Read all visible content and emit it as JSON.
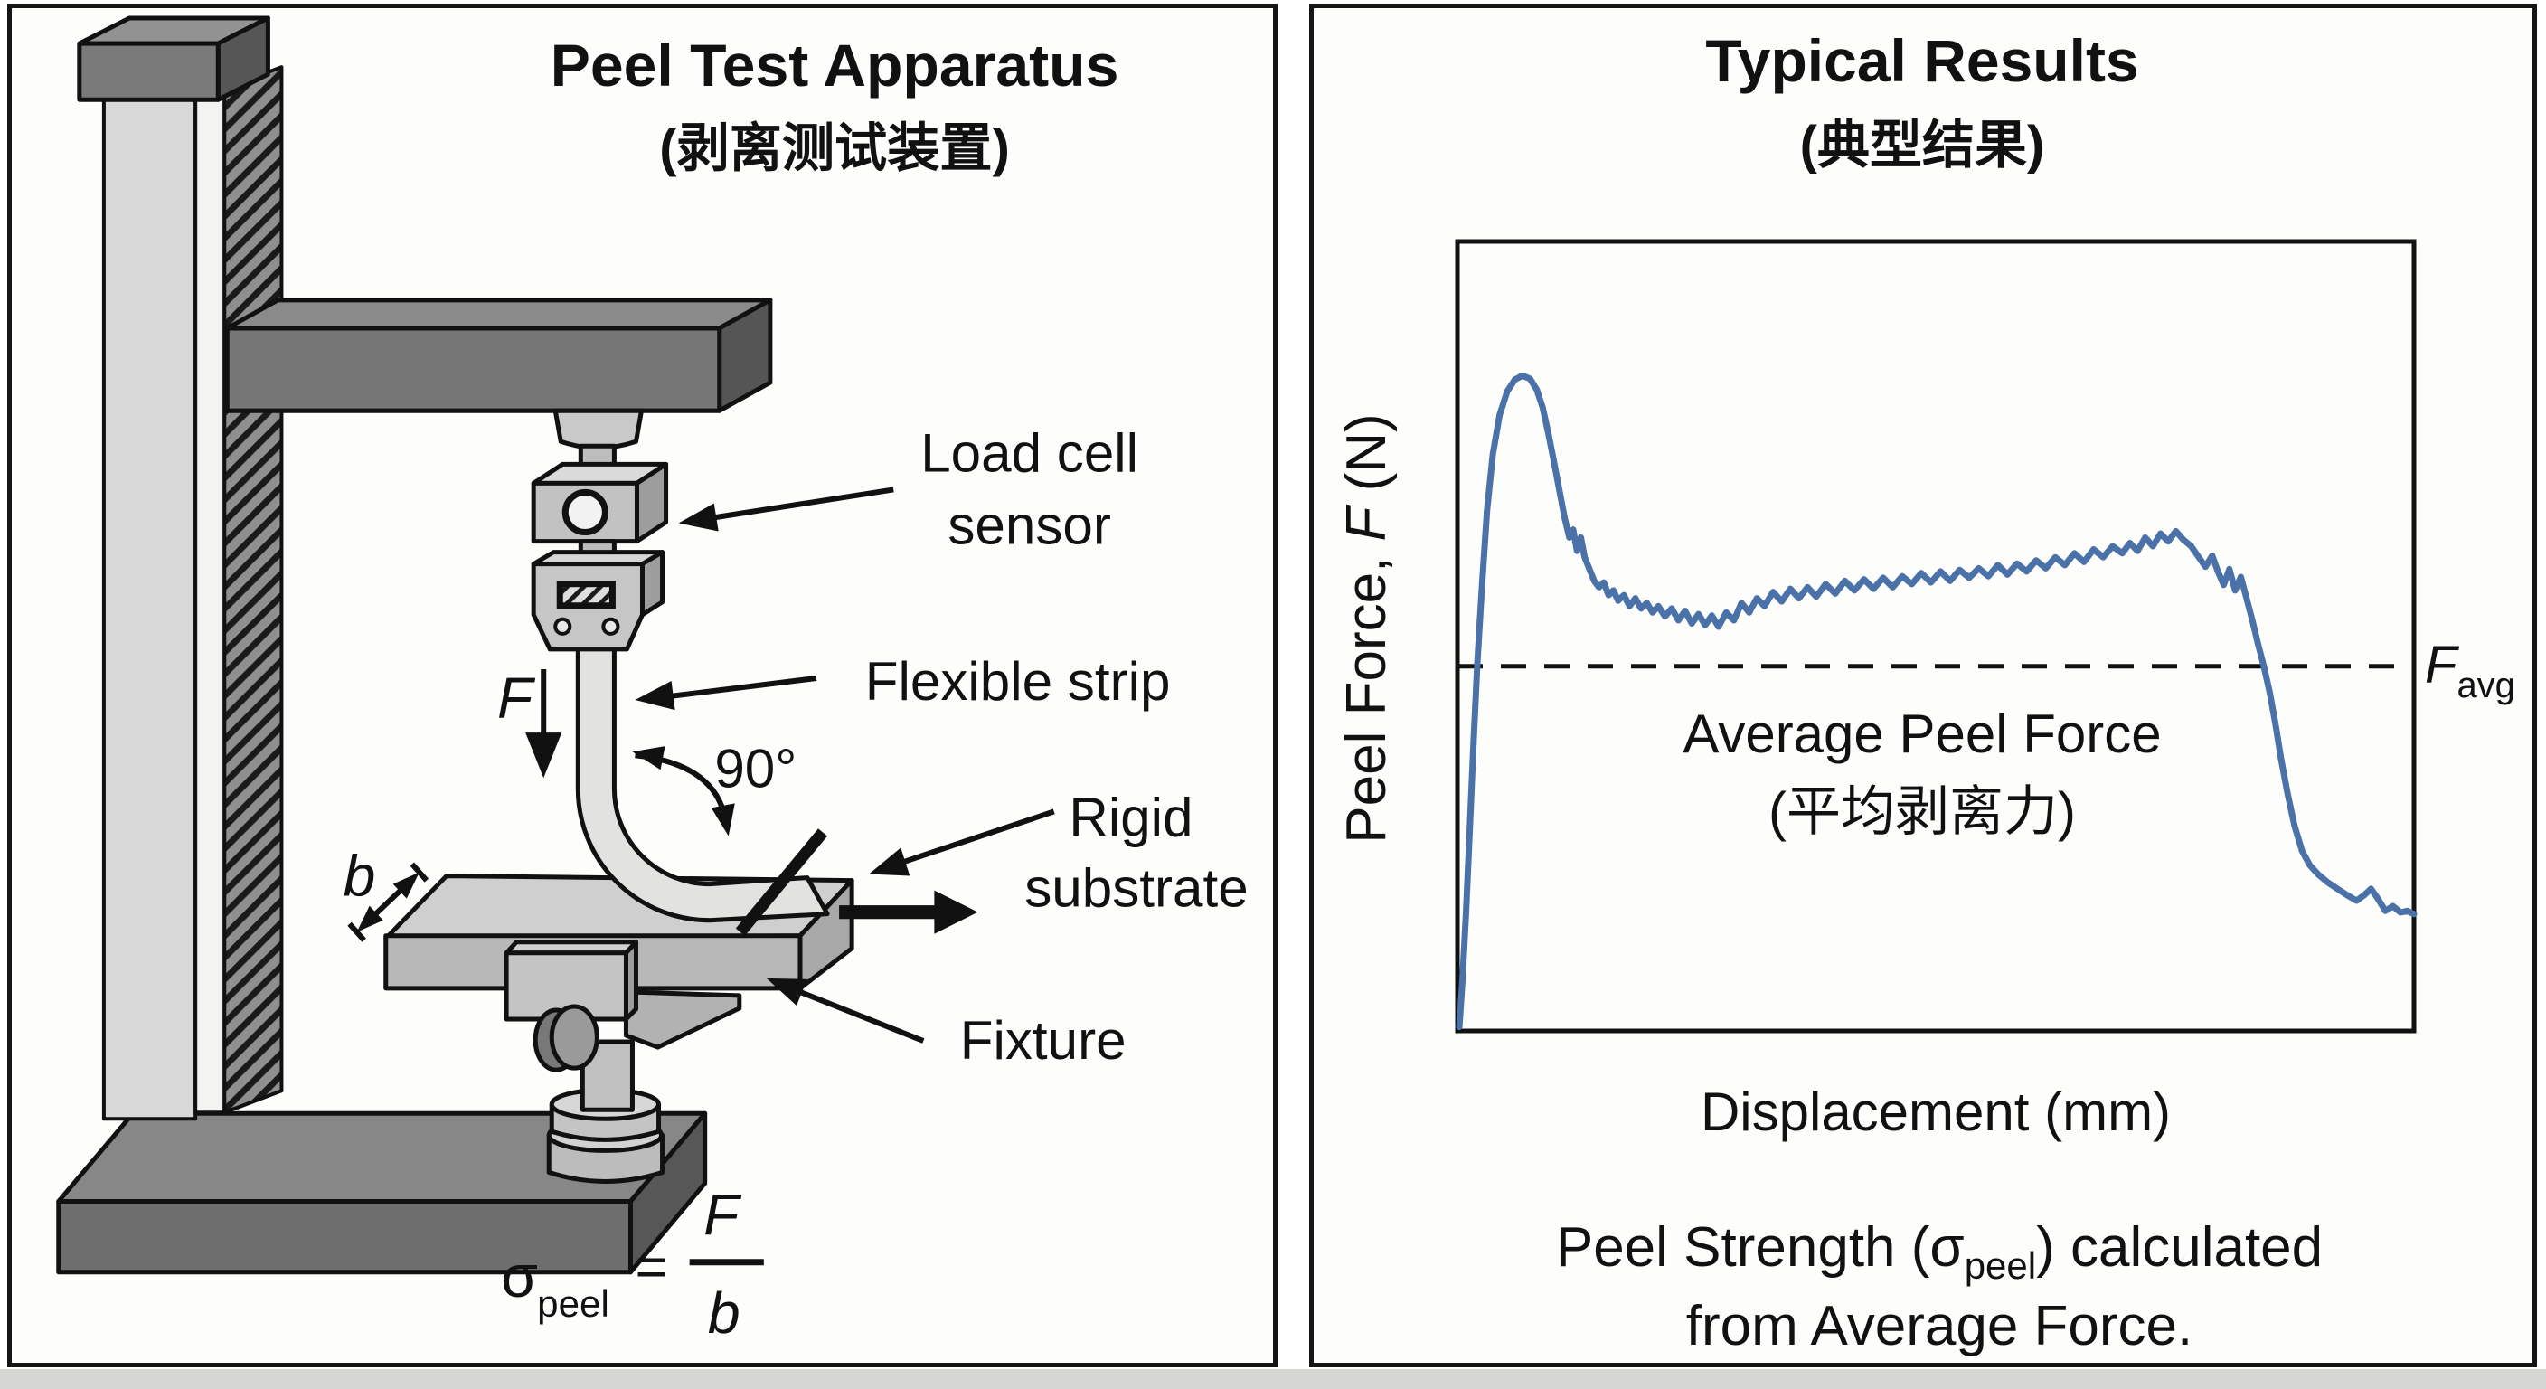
{
  "left_panel": {
    "title": "Peel Test Apparatus",
    "subtitle": "(剥离测试装置)",
    "labels": {
      "load_cell_line1": "Load cell",
      "load_cell_line2": "sensor",
      "flexible_strip": "Flexible strip",
      "angle": "90°",
      "rigid_line1": "Rigid",
      "rigid_line2": "substrate",
      "fixture": "Fixture",
      "force": "F",
      "width": "b"
    },
    "formula": {
      "sigma": "σ",
      "sigma_sub": "peel",
      "equals": "=",
      "numerator": "F",
      "denominator": "b"
    }
  },
  "right_panel": {
    "title": "Typical Results",
    "subtitle": "(典型结果)",
    "ylabel_pre": "Peel Force, ",
    "ylabel_var": "F",
    "ylabel_post": " (N)",
    "xlabel": "Displacement (mm)",
    "favg_var": "F",
    "favg_sub": "avg",
    "annotation_line1": "Average Peel Force",
    "annotation_line2": "(平均剥离力)",
    "note_part1": "Peel Strength (σ",
    "note_sub": "peel",
    "note_part2": ") calculated",
    "note_line2": "from Average Force."
  },
  "chart_data": {
    "type": "line",
    "title": "Typical Results (典型结果)",
    "xlabel": "Displacement (mm)",
    "ylabel": "Peel Force, F (N)",
    "x_range": [
      0,
      1
    ],
    "y_range": [
      0,
      1
    ],
    "grid": false,
    "legend": "none",
    "annotations": [
      "Favg dashed reference line",
      "Average Peel Force (平均剥离力)"
    ],
    "favg_fraction": 0.462,
    "curve_color": "#4a72a8",
    "series": [
      {
        "name": "Peel force vs displacement (arbitrary units, fraction of plot box)",
        "points": [
          [
            0.002,
            0.005
          ],
          [
            0.005,
            0.06
          ],
          [
            0.009,
            0.15
          ],
          [
            0.013,
            0.26
          ],
          [
            0.017,
            0.37
          ],
          [
            0.021,
            0.47
          ],
          [
            0.026,
            0.57
          ],
          [
            0.031,
            0.66
          ],
          [
            0.037,
            0.73
          ],
          [
            0.044,
            0.78
          ],
          [
            0.052,
            0.81
          ],
          [
            0.06,
            0.825
          ],
          [
            0.068,
            0.83
          ],
          [
            0.076,
            0.826
          ],
          [
            0.083,
            0.812
          ],
          [
            0.089,
            0.79
          ],
          [
            0.095,
            0.757
          ],
          [
            0.101,
            0.72
          ],
          [
            0.107,
            0.682
          ],
          [
            0.112,
            0.65
          ],
          [
            0.117,
            0.625
          ],
          [
            0.121,
            0.635
          ],
          [
            0.125,
            0.608
          ],
          [
            0.129,
            0.625
          ],
          [
            0.133,
            0.6
          ],
          [
            0.138,
            0.585
          ],
          [
            0.143,
            0.57
          ],
          [
            0.148,
            0.562
          ],
          [
            0.153,
            0.568
          ],
          [
            0.158,
            0.552
          ],
          [
            0.163,
            0.558
          ],
          [
            0.168,
            0.545
          ],
          [
            0.174,
            0.552
          ],
          [
            0.18,
            0.538
          ],
          [
            0.186,
            0.548
          ],
          [
            0.192,
            0.535
          ],
          [
            0.198,
            0.542
          ],
          [
            0.204,
            0.53
          ],
          [
            0.21,
            0.538
          ],
          [
            0.217,
            0.525
          ],
          [
            0.224,
            0.535
          ],
          [
            0.231,
            0.52
          ],
          [
            0.238,
            0.532
          ],
          [
            0.245,
            0.516
          ],
          [
            0.252,
            0.528
          ],
          [
            0.259,
            0.514
          ],
          [
            0.266,
            0.526
          ],
          [
            0.273,
            0.512
          ],
          [
            0.281,
            0.53
          ],
          [
            0.289,
            0.52
          ],
          [
            0.297,
            0.542
          ],
          [
            0.305,
            0.53
          ],
          [
            0.313,
            0.548
          ],
          [
            0.321,
            0.538
          ],
          [
            0.33,
            0.556
          ],
          [
            0.339,
            0.544
          ],
          [
            0.348,
            0.56
          ],
          [
            0.357,
            0.548
          ],
          [
            0.366,
            0.562
          ],
          [
            0.375,
            0.55
          ],
          [
            0.385,
            0.566
          ],
          [
            0.395,
            0.554
          ],
          [
            0.405,
            0.57
          ],
          [
            0.415,
            0.558
          ],
          [
            0.425,
            0.572
          ],
          [
            0.435,
            0.56
          ],
          [
            0.445,
            0.574
          ],
          [
            0.455,
            0.562
          ],
          [
            0.465,
            0.576
          ],
          [
            0.475,
            0.566
          ],
          [
            0.485,
            0.58
          ],
          [
            0.495,
            0.568
          ],
          [
            0.505,
            0.582
          ],
          [
            0.515,
            0.57
          ],
          [
            0.525,
            0.584
          ],
          [
            0.535,
            0.574
          ],
          [
            0.545,
            0.586
          ],
          [
            0.555,
            0.576
          ],
          [
            0.565,
            0.59
          ],
          [
            0.575,
            0.578
          ],
          [
            0.585,
            0.592
          ],
          [
            0.595,
            0.582
          ],
          [
            0.605,
            0.596
          ],
          [
            0.615,
            0.586
          ],
          [
            0.625,
            0.6
          ],
          [
            0.635,
            0.59
          ],
          [
            0.645,
            0.605
          ],
          [
            0.655,
            0.594
          ],
          [
            0.665,
            0.61
          ],
          [
            0.675,
            0.6
          ],
          [
            0.685,
            0.614
          ],
          [
            0.695,
            0.605
          ],
          [
            0.703,
            0.618
          ],
          [
            0.711,
            0.608
          ],
          [
            0.719,
            0.625
          ],
          [
            0.727,
            0.614
          ],
          [
            0.735,
            0.63
          ],
          [
            0.743,
            0.62
          ],
          [
            0.751,
            0.633
          ],
          [
            0.759,
            0.622
          ],
          [
            0.767,
            0.614
          ],
          [
            0.775,
            0.6
          ],
          [
            0.782,
            0.588
          ],
          [
            0.789,
            0.602
          ],
          [
            0.795,
            0.582
          ],
          [
            0.801,
            0.565
          ],
          [
            0.807,
            0.585
          ],
          [
            0.813,
            0.558
          ],
          [
            0.819,
            0.575
          ],
          [
            0.825,
            0.548
          ],
          [
            0.831,
            0.52
          ],
          [
            0.837,
            0.49
          ],
          [
            0.843,
            0.462
          ],
          [
            0.849,
            0.43
          ],
          [
            0.855,
            0.39
          ],
          [
            0.861,
            0.345
          ],
          [
            0.868,
            0.3
          ],
          [
            0.875,
            0.26
          ],
          [
            0.883,
            0.228
          ],
          [
            0.891,
            0.21
          ],
          [
            0.9,
            0.198
          ],
          [
            0.91,
            0.188
          ],
          [
            0.92,
            0.18
          ],
          [
            0.93,
            0.172
          ],
          [
            0.94,
            0.165
          ],
          [
            0.948,
            0.172
          ],
          [
            0.955,
            0.18
          ],
          [
            0.962,
            0.168
          ],
          [
            0.97,
            0.152
          ],
          [
            0.978,
            0.158
          ],
          [
            0.986,
            0.15
          ],
          [
            0.993,
            0.152
          ],
          [
            1.0,
            0.148
          ]
        ]
      }
    ]
  }
}
